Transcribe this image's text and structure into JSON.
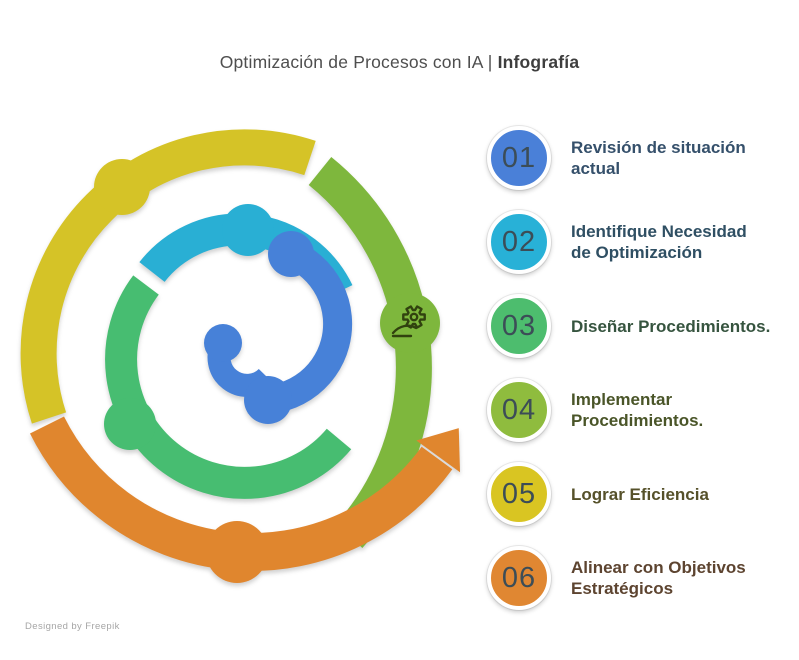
{
  "title": {
    "regular": "Optimización de Procesos con IA |",
    "bold": "Infografía"
  },
  "number_color": "#3c4d57",
  "steps": [
    {
      "number": "01",
      "label": "Revisión de situación actual",
      "circle_color": "#4a80d8",
      "text_color": "#35506b"
    },
    {
      "number": "02",
      "label": "Identifique Necesidad de Optimización",
      "circle_color": "#28b1d7",
      "text_color": "#2f4f63"
    },
    {
      "number": "03",
      "label": "Diseñar Procedimientos.",
      "circle_color": "#4dbd6e",
      "text_color": "#36543f"
    },
    {
      "number": "04",
      "label": "Implementar Procedimientos.",
      "circle_color": "#8fbc3e",
      "text_color": "#4a5528"
    },
    {
      "number": "05",
      "label": "Lograr Eficiencia",
      "circle_color": "#d9c522",
      "text_color": "#56512a"
    },
    {
      "number": "06",
      "label": "Alinear con Objetivos Estratégicos",
      "circle_color": "#e08732",
      "text_color": "#5d4430"
    }
  ],
  "spiral": {
    "description": "spiral-process-arrow",
    "colors": {
      "yellow": "#d5c327",
      "green_outer": "#7eb73d",
      "orange": "#e0862e",
      "cyan": "#29afd4",
      "green_mid": "#47bd71",
      "blue": "#4781d8",
      "icon": "#31420f"
    }
  },
  "watermark": "Designed by Freepik"
}
